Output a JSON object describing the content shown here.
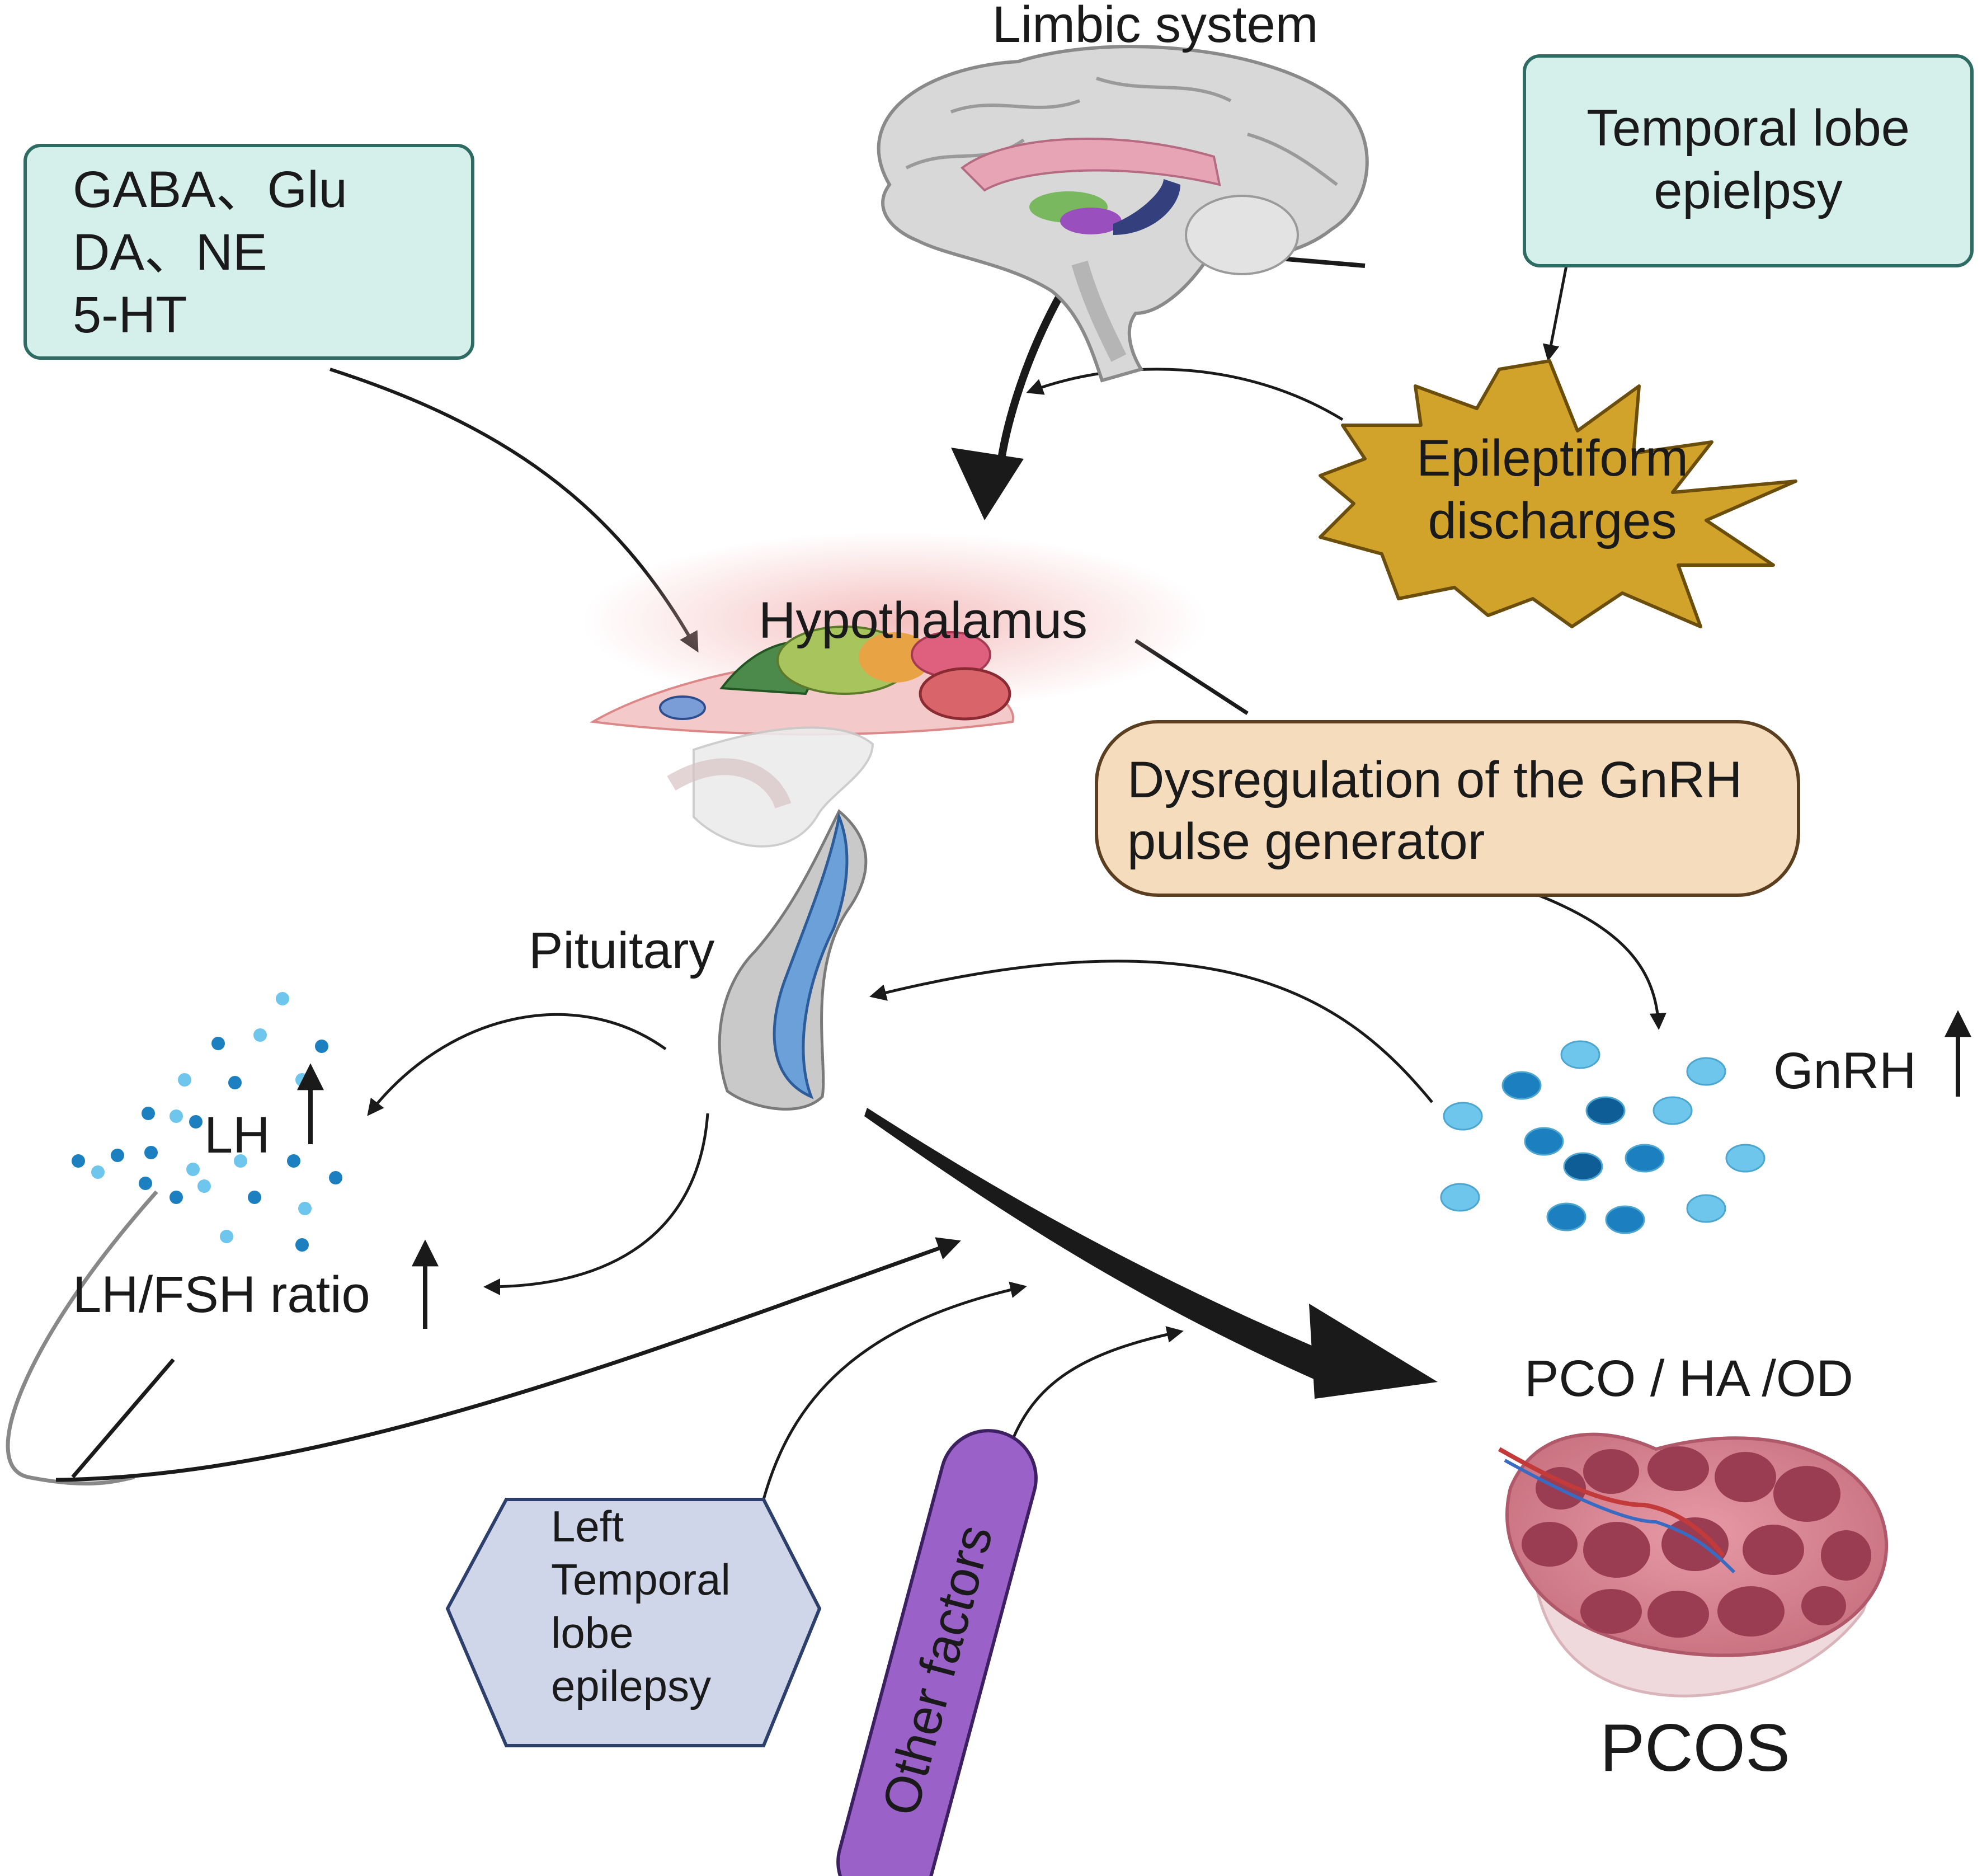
{
  "labels": {
    "limbic_system": "Limbic system",
    "neurotransmitters": [
      "GABA、Glu",
      "DA、NE",
      "5-HT"
    ],
    "temporal_lobe_epilepsy": [
      "Temporal lobe",
      "epielpsy"
    ],
    "epileptiform_discharges": [
      "Epileptiform",
      "discharges"
    ],
    "hypothalamus": "Hypothalamus",
    "dysregulation": [
      "Dysregulation of the GnRH",
      "pulse generator"
    ],
    "pituitary": "Pituitary",
    "lh": "LH",
    "lh_fsh_ratio": "LH/FSH ratio",
    "gnrh": "GnRH",
    "pco_ha_od": "PCO / HA /OD",
    "pcos": "PCOS",
    "left_temporal_lobe_epilepsy": [
      "Left",
      "Temporal",
      "lobe",
      "epilepsy"
    ],
    "other_factors": "Other factors"
  },
  "colors": {
    "teal_box_fill": "#d5efea",
    "teal_box_stroke": "#2e6b62",
    "starburst_fill": "#d1a32b",
    "starburst_stroke": "#6b4e0c",
    "dysregulation_fill": "#f5dcbd",
    "dysregulation_stroke": "#5a3e1f",
    "hexagon_fill": "#d0d6ea",
    "hexagon_stroke": "#2d3f6b",
    "other_factors_fill": "#9a62c8",
    "other_factors_stroke": "#3d2062",
    "dot_dark": "#1c7fbf",
    "dot_light": "#6ec6ec",
    "ovary_fill": "#d9808f",
    "follicle_fill": "#9a3d52"
  },
  "icons": [
    "brain-icon",
    "hypothalamus-icon",
    "pituitary-icon",
    "ovary-icon",
    "hormone-dots-icon"
  ]
}
